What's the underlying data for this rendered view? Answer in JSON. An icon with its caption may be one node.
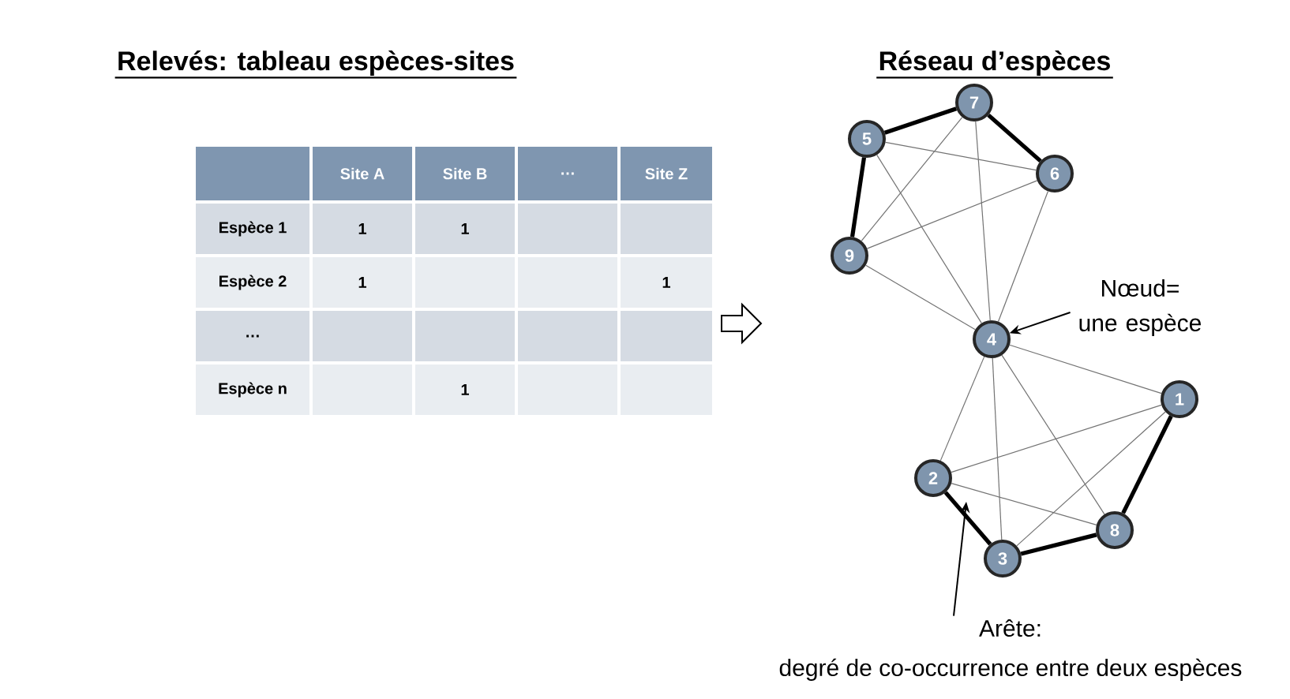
{
  "diagram": {
    "nodes": [
      {
        "text": [
          "7"
        ]
      },
      {
        "text": [
          "5"
        ]
      },
      {
        "text": [
          "6"
        ]
      },
      {
        "text": [
          "9"
        ]
      },
      {
        "text": [
          "Nœud= une espèce"
        ]
      },
      {
        "text": [
          "4"
        ]
      },
      {
        "text": [
          "1"
        ]
      },
      {
        "text": [
          "2"
        ]
      },
      {
        "text": [
          "8"
        ]
      },
      {
        "text": [
          "3"
        ]
      },
      {
        "text": [
          "Arête:",
          "degré de co-occurrence entre deux espèces"
        ]
      }
    ],
    "edges": [
      {
        "from": 1,
        "to": 0,
        "arrow": "none",
        "style": "thick",
        "color": "#000000"
      },
      {
        "from": 0,
        "to": 2,
        "arrow": "none",
        "style": "thick",
        "color": "#000000"
      },
      {
        "from": 1,
        "to": 3,
        "arrow": "none",
        "style": "thick",
        "color": "#000000"
      },
      {
        "from": 1,
        "to": 2,
        "arrow": "none"
      },
      {
        "from": 1,
        "to": 5,
        "arrow": "none"
      },
      {
        "from": 0,
        "to": 3,
        "arrow": "none"
      },
      {
        "from": 0,
        "to": 5,
        "arrow": "none"
      },
      {
        "from": 3,
        "to": 2,
        "arrow": "none"
      },
      {
        "from": 3,
        "to": 5,
        "arrow": "none"
      },
      {
        "from": 2,
        "to": 5,
        "arrow": "none"
      },
      {
        "from": 5,
        "to": 6,
        "arrow": "none"
      },
      {
        "from": 5,
        "to": 7,
        "arrow": "none"
      },
      {
        "from": 5,
        "to": 9,
        "arrow": "none"
      },
      {
        "from": 5,
        "to": 8,
        "arrow": "none"
      },
      {
        "from": 7,
        "to": 6,
        "arrow": "none"
      },
      {
        "from": 7,
        "to": 8,
        "arrow": "none"
      },
      {
        "from": 7,
        "to": 9,
        "arrow": "none",
        "style": "thick",
        "color": "#000000"
      },
      {
        "from": 9,
        "to": 8,
        "arrow": "none",
        "style": "thick",
        "color": "#000000"
      },
      {
        "from": 9,
        "to": 6,
        "arrow": "none"
      },
      {
        "from": 8,
        "to": 6,
        "arrow": "none",
        "style": "thick",
        "color": "#000000"
      },
      {
        "from": 4,
        "to": 5,
        "arrow": "to",
        "color": "#000000"
      },
      {
        "from": 10,
        "to": null,
        "arrow": "to",
        "color": "#000000"
      }
    ],
    "labels": [
      "Relevés: tableau espèces-sites",
      "Réseau d’espèces",
      "Site A",
      "Site B",
      "…",
      "Site Z",
      "Espèce 1",
      "1",
      "1",
      "Espèce 2",
      "1",
      "1",
      "…",
      "Espèce n",
      "1"
    ]
  }
}
